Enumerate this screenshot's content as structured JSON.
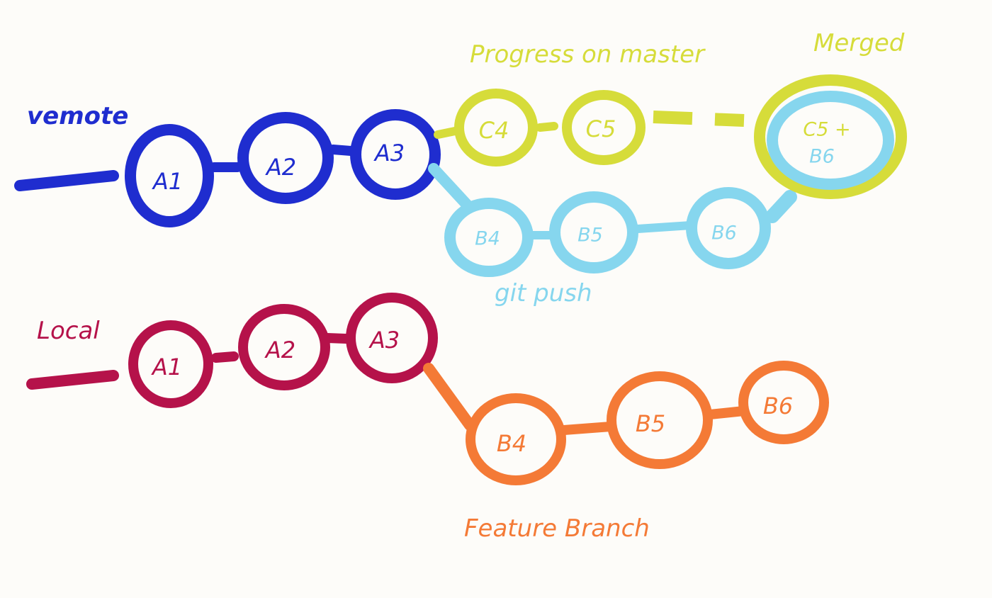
{
  "colors": {
    "remote": "#1f2dcf",
    "local": "#b5124a",
    "master": "#d6dc3a",
    "pushed": "#86d6ee",
    "feature": "#f47a36",
    "background": "#fdfcf9"
  },
  "labels": {
    "remote": "vemote",
    "local": "Local",
    "progress_on_master": "Progress on master",
    "merged_part1": "Merged",
    "git_push": "git push",
    "feature_branch": "Feature Branch"
  },
  "remote": {
    "commits": [
      "A1",
      "A2",
      "A3"
    ]
  },
  "master_progress": {
    "commits": [
      "C4",
      "C5"
    ]
  },
  "merged_commit": {
    "line1": "C5 +",
    "line2": "B6"
  },
  "pushed_branch": {
    "commits": [
      "B4",
      "B5",
      "B6"
    ]
  },
  "local": {
    "commits": [
      "A1",
      "A2",
      "A3"
    ]
  },
  "feature_branch": {
    "commits": [
      "B4",
      "B5",
      "B6"
    ]
  }
}
